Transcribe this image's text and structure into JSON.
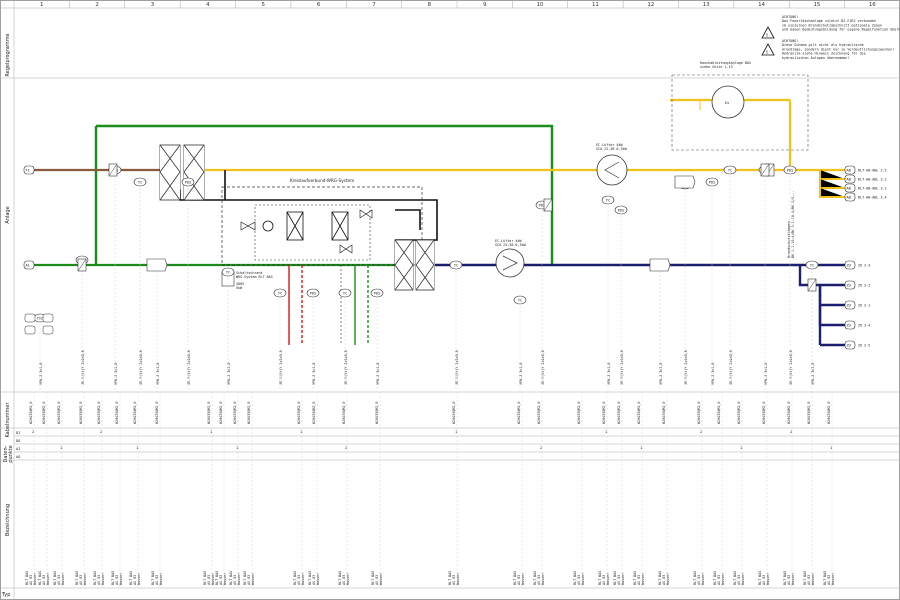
{
  "sheet": {
    "column_numbers": [
      "1",
      "2",
      "3",
      "4",
      "5",
      "6",
      "7",
      "8",
      "9",
      "10",
      "11",
      "12",
      "13",
      "14",
      "15",
      "16"
    ],
    "row_labels": {
      "regelprogramm": "Regelprogramme",
      "anlage": "Anlage",
      "kabelnummer": "Kabelnummer",
      "daten": "Daten-",
      "punkte": "punkte",
      "bezeichnung": "Bezeichnung",
      "typ": "Typ"
    },
    "io_rows": [
      "DI",
      "DO",
      "AI",
      "AO"
    ]
  },
  "notes": {
    "warning_1": "ACHTUNG!\nDas Feuerlöschanlage zuletzt BJ-FiR2 verbunden\nim einzelnen Brandschutzabschnitt optionale Zonen\nund bauen Bedeutungsbildung für eigene Regelfunktion übernommen wird",
    "warning_2": "ACHTUNG!\nDiese Schema gilt nicht als hydraulische\nGrundlage, sondern dient nur zu Verdeutlichungszwecken!\nHydraulik siehe Hinweis Zeichnung für die\nhydraulischen Anlagen übernommen!",
    "hrs_label": "Rauchableitungsanlage BAS\nsiehe Seite 1.13",
    "kvs_label": "Kreislaufverbund-WRG-System",
    "schalt_label": "Schaltschrank\nWRG-System RLT BAS",
    "schalt_sub": "400V\n5kW",
    "zuluft_fan": "EC-Lüfter 4kW\nSCU 22,38 0,3kW",
    "abluft_fan": "EC-Lüfter 4kW\nSCU 22,38 0,3kW",
    "auswahl": "Brandschutzklappen\nBK 1.1.10.4/BK 3.1.10.4/RK 2/S..."
  },
  "terminals": {
    "left_top": "F1",
    "left_bottom": "A1",
    "right_yellow": [
      "AB",
      "AB",
      "AB",
      "AB"
    ],
    "right_yellow_text": [
      "RLT-AB-ABL 2.5\nZ-0.1",
      "RLT-AB-ABL 3.2\nZ-0.1",
      "RLT-AB-ABL 3.1\nZ-0.1",
      "RLT-AB-ABL 3.4\nZ-0.1"
    ],
    "right_blue": [
      "ZU",
      "ZU",
      "ZU",
      "ZU",
      "ZU"
    ],
    "right_blue_text": [
      "ZU 2-3",
      "ZU 2-2",
      "ZU 2-1",
      "ZU 2-4",
      "ZU 2-5"
    ]
  },
  "kabel_rows": [
    "W20435QM2_0",
    "W20435QM2_0",
    "W20435QM2_0",
    "W20435QM2_0",
    "W20435QM2_0",
    "W20435QM2_0",
    "W20435QM2_0",
    "W20435QM2_0",
    "W20435QM2_0",
    "W20435QM2_0",
    "W20435QM2_0",
    "W20435QM2_0",
    "W20435QM2_0",
    "W20435QM2_0",
    "W20435QM2_0",
    "W20435QM2_0",
    "W20435QM2_0",
    "W20435QM2_0",
    "W20435QM2_0",
    "W20435QM2_0",
    "W20435QM2_0",
    "W20435QM2_0",
    "W20435QM2_0",
    "W20435QM2_0"
  ],
  "sensor_tags": [
    "TIC",
    "TIC",
    "PDS",
    "TC",
    "TC",
    "PDS",
    "TC",
    "TC",
    "PDS",
    "TC",
    "PDS",
    "TC",
    "TC",
    "PDS",
    "TC",
    "PDS"
  ],
  "point_counts": [
    "2",
    "1",
    "1",
    "1",
    "2",
    "3",
    "1",
    "1",
    "1",
    "1",
    "1",
    "1",
    "1",
    "1",
    "2",
    "1",
    "1",
    "1",
    "2",
    "1",
    "1",
    "1",
    "1",
    "1"
  ],
  "colors": {
    "green": "#1a8c1a",
    "yellow": "#f2c21b",
    "brown": "#8a5a3c",
    "navy": "#1c1f6e",
    "red": "#d11a1a",
    "black": "#111111",
    "grid": "#aaaaaa"
  }
}
